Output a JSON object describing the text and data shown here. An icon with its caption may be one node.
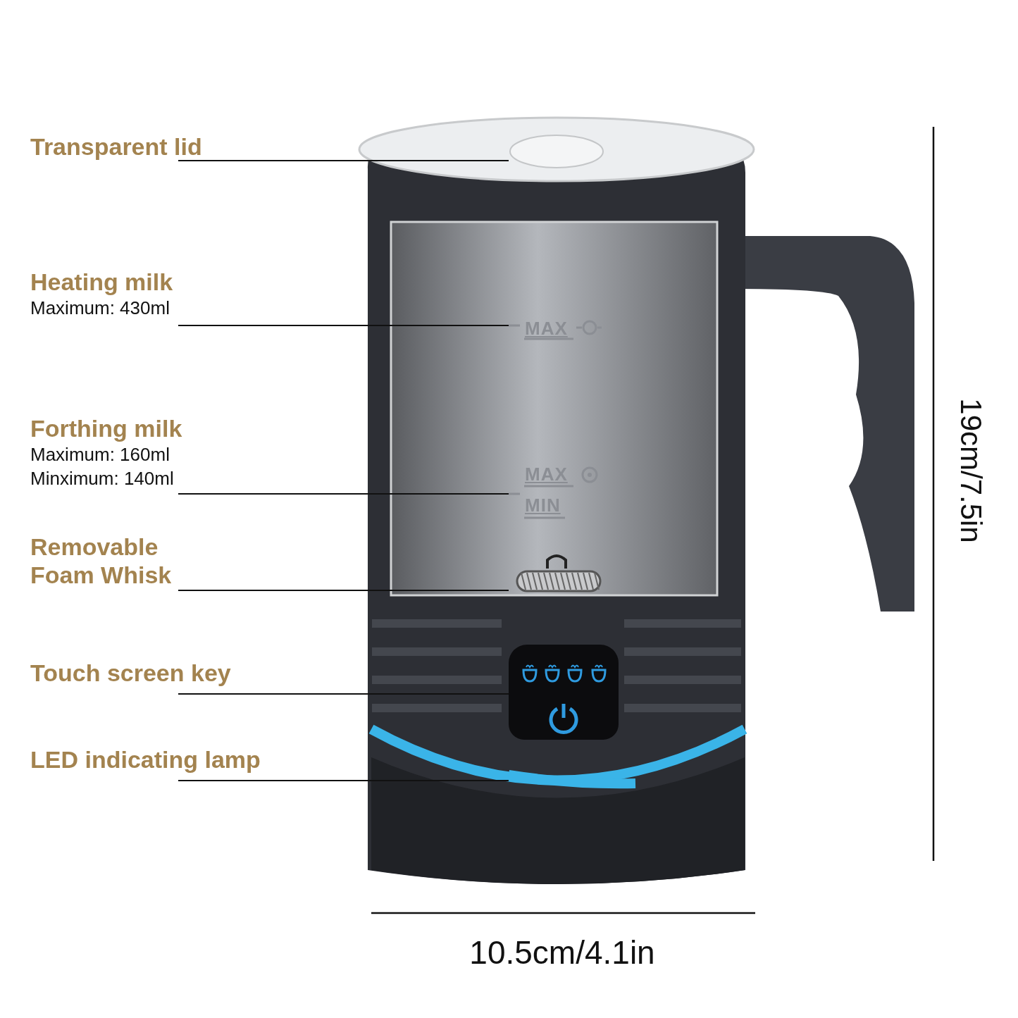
{
  "diagram": {
    "nodes": [
      {
        "text": [
          "Transparent lid"
        ]
      },
      {
        "text": [
          "Heating milk",
          "Maximum: 430ml"
        ]
      },
      {
        "text": [
          "Forthing milk",
          "Maximum: 160ml",
          "Minximum: 140ml"
        ]
      },
      {
        "text": [
          "Removable Foam Whisk"
        ]
      },
      {
        "text": [
          "Touch screen key"
        ]
      },
      {
        "text": [
          "LED indicating lamp"
        ]
      },
      {
        "text": [],
        "shape": "circle"
      },
      {
        "text": [],
        "shape": "picture"
      },
      {
        "text": [],
        "shape": "picture"
      },
      {
        "text": [],
        "shape": "picture"
      },
      {
        "text": [],
        "shape": "picture"
      },
      {
        "text": [],
        "shape": "picture"
      }
    ],
    "edges": [
      {
        "from": 0,
        "to": 6,
        "arrow": "none"
      },
      {
        "from": 1,
        "to": 7,
        "arrow": "none"
      },
      {
        "from": 2,
        "to": 8,
        "arrow": "none"
      },
      {
        "from": 3,
        "to": 9,
        "arrow": "none"
      },
      {
        "from": 4,
        "to": 10,
        "arrow": "none"
      },
      {
        "from": 5,
        "to": 11,
        "arrow": "none"
      }
    ],
    "labels": [
      "MAX",
      "MAX",
      "MIN",
      "19cm/7.5in",
      "10.5cm/4.1in"
    ]
  }
}
